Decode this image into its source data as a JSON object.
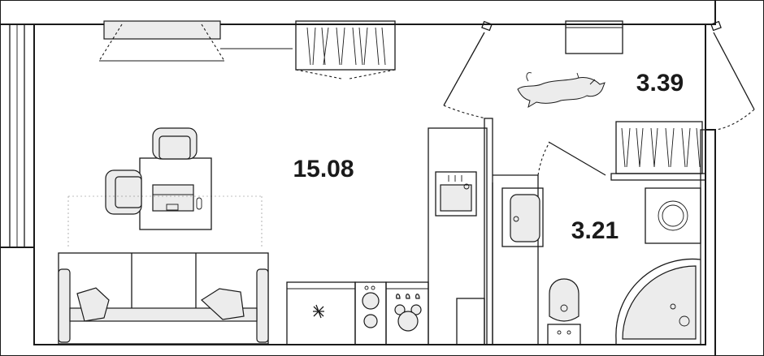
{
  "rooms": [
    {
      "id": "main-room",
      "area": "15.08"
    },
    {
      "id": "loggia",
      "area": "3.39"
    },
    {
      "id": "bathroom",
      "area": "3.21"
    }
  ],
  "colors": {
    "ink": "#1a1a1a",
    "fixture_fill": "#ececec",
    "background": "#ffffff"
  }
}
